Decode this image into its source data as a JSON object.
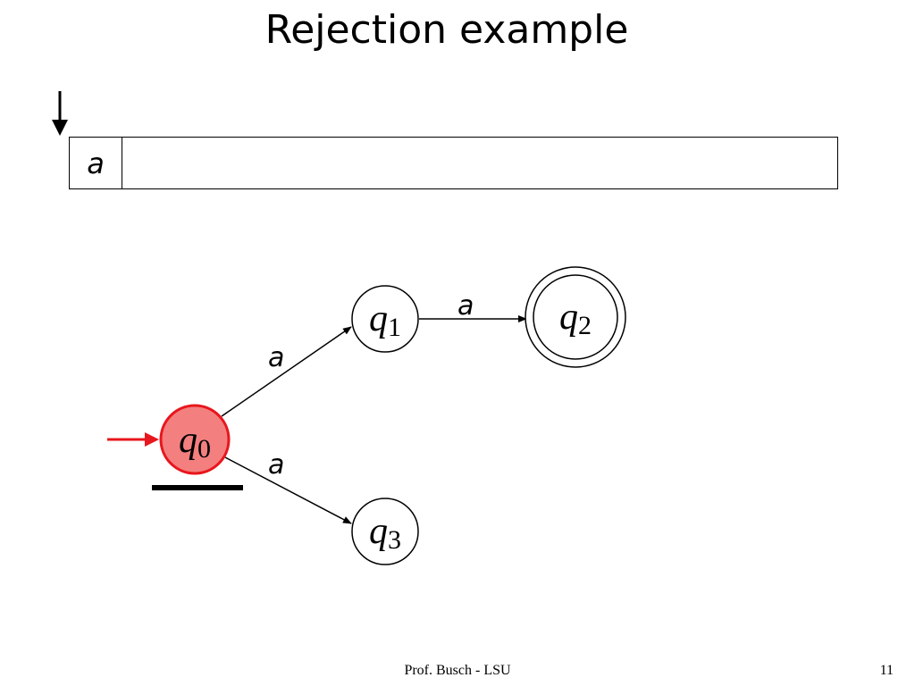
{
  "title": "Rejection example",
  "tape": {
    "cells": [
      "a"
    ]
  },
  "states": [
    {
      "id": "q0",
      "symbol": "q",
      "sub": "0",
      "current": true,
      "accepting": false,
      "initial": true
    },
    {
      "id": "q1",
      "symbol": "q",
      "sub": "1",
      "current": false,
      "accepting": false,
      "initial": false
    },
    {
      "id": "q2",
      "symbol": "q",
      "sub": "2",
      "current": false,
      "accepting": true,
      "initial": false
    },
    {
      "id": "q3",
      "symbol": "q",
      "sub": "3",
      "current": false,
      "accepting": false,
      "initial": false
    }
  ],
  "transitions": [
    {
      "from": "q0",
      "to": "q1",
      "label": "a"
    },
    {
      "from": "q1",
      "to": "q2",
      "label": "a"
    },
    {
      "from": "q0",
      "to": "q3",
      "label": "a"
    }
  ],
  "colors": {
    "current_fill": "#f37f7f",
    "current_stroke": "#e8161d",
    "initial_arrow": "#e8161d",
    "stroke": "#000000"
  },
  "footer": {
    "text": "Prof. Busch - LSU",
    "page": "11"
  }
}
